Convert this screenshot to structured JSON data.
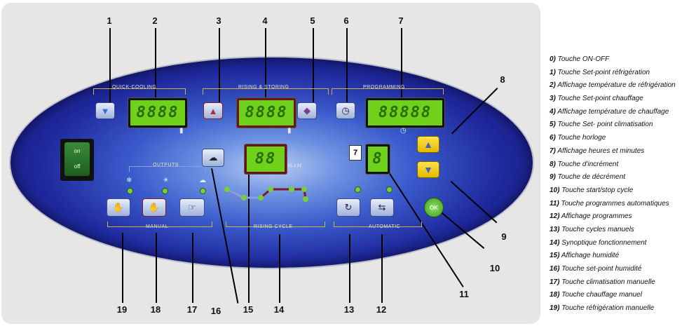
{
  "numbers": [
    "1",
    "2",
    "3",
    "4",
    "5",
    "6",
    "7",
    "8",
    "9",
    "10",
    "11",
    "12",
    "13",
    "14",
    "15",
    "16",
    "17",
    "18",
    "19"
  ],
  "groups": {
    "quick_cooling": "QUICK-COOLING",
    "rising_storing": "RISING & STORING",
    "programming": "PROGRAMMING",
    "outputs": "OUTPUTS",
    "manual": "MANUAL",
    "rising_cycle": "RISING CYCLE",
    "automatic": "AUTOMATIC"
  },
  "switch": {
    "on": "on",
    "off": "off"
  },
  "displays": {
    "quick_cooling": "8888",
    "rising_storing": "8888",
    "programming": "88888",
    "humidity": "88",
    "program": "8",
    "humidity_unit": "% r.H."
  },
  "program_tag": "7",
  "ok_label": "OK",
  "legend": [
    {
      "n": "0)",
      "t": " Touche ON-OFF"
    },
    {
      "n": "1)",
      "t": " Touche Set-point réfrigération"
    },
    {
      "n": "2)",
      "t": " Affichage température de réfrigération"
    },
    {
      "n": "3)",
      "t": " Touche Set-point chauffage"
    },
    {
      "n": "4)",
      "t": " Affichage température de chauffage"
    },
    {
      "n": "5)",
      "t": " Touche Set- point climatisation"
    },
    {
      "n": "6)",
      "t": " Touche horloge"
    },
    {
      "n": "7)",
      "t": " Affichage heures et minutes"
    },
    {
      "n": "8)",
      "t": " Touche d'incrément"
    },
    {
      "n": "9)",
      "t": " Touche de décrément"
    },
    {
      "n": "10)",
      "t": " Touche start/stop cycle"
    },
    {
      "n": "11)",
      "t": " Touche programmes automatiques"
    },
    {
      "n": "12)",
      "t": " Affichage programmes"
    },
    {
      "n": "13)",
      "t": " Touche cycles manuels"
    },
    {
      "n": "14)",
      "t": " Synoptique fonctionnement"
    },
    {
      "n": "15)",
      "t": " Affichage humidité"
    },
    {
      "n": "16)",
      "t": " Touche set-point humidité"
    },
    {
      "n": "17)",
      "t": " Touche climatisation manuelle"
    },
    {
      "n": "18)",
      "t": " Touche chauffage manuel"
    },
    {
      "n": "19)",
      "t": " Touche réfrigération manuelle"
    }
  ],
  "icons": {
    "thermo_cold": "thermometer-cold-icon",
    "thermo_hot": "thermometer-hot-icon",
    "thermo_mix": "thermometer-mix-icon",
    "clock": "clock-icon",
    "cloud": "cloud-humidity-icon",
    "hand": "hand-icon",
    "pointer": "pointer-hand-icon",
    "cycle": "cycle-icon",
    "arrow_up": "arrow-up-icon",
    "arrow_down": "arrow-down-icon"
  },
  "colors": {
    "led_green": "#6fd11a",
    "panel_blue": "#1f2a9e",
    "gold_line": "#c9b24a",
    "yellow_btn": "#ffe34a"
  }
}
